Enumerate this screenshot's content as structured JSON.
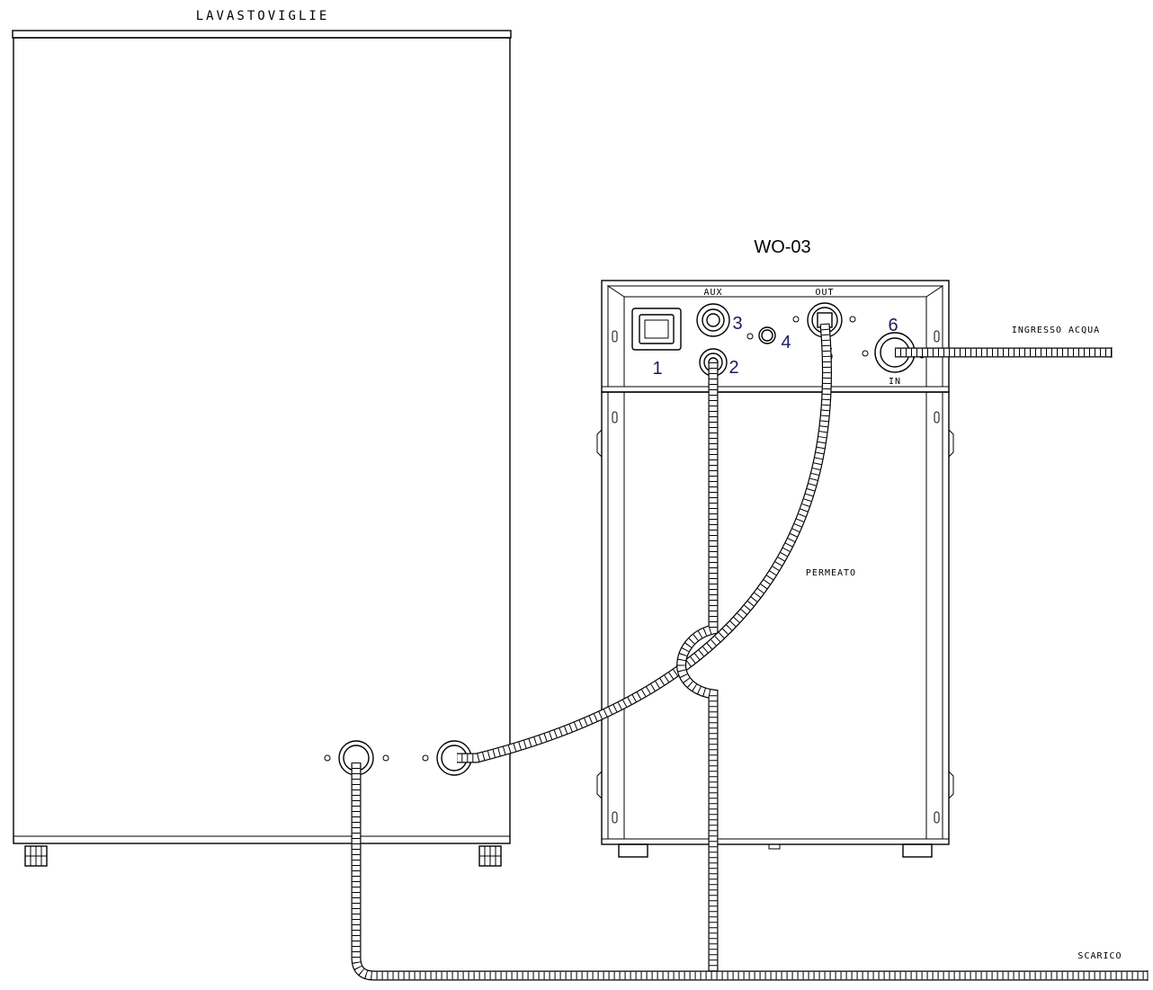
{
  "labels": {
    "dishwasher": "LAVASTOVIGLIE",
    "unit": "WO-03",
    "aux": "AUX",
    "out": "OUT",
    "in": "IN",
    "water_inlet": "INGRESSO ACQUA",
    "permeate": "PERMEATO",
    "drain": "SCARICO"
  },
  "connections": [
    {
      "number": "1"
    },
    {
      "number": "2"
    },
    {
      "number": "3"
    },
    {
      "number": "4"
    },
    {
      "number": "5"
    },
    {
      "number": "6"
    }
  ],
  "colors": {
    "line": "#000000",
    "numbers": "#1a1a5e",
    "background": "#ffffff"
  }
}
